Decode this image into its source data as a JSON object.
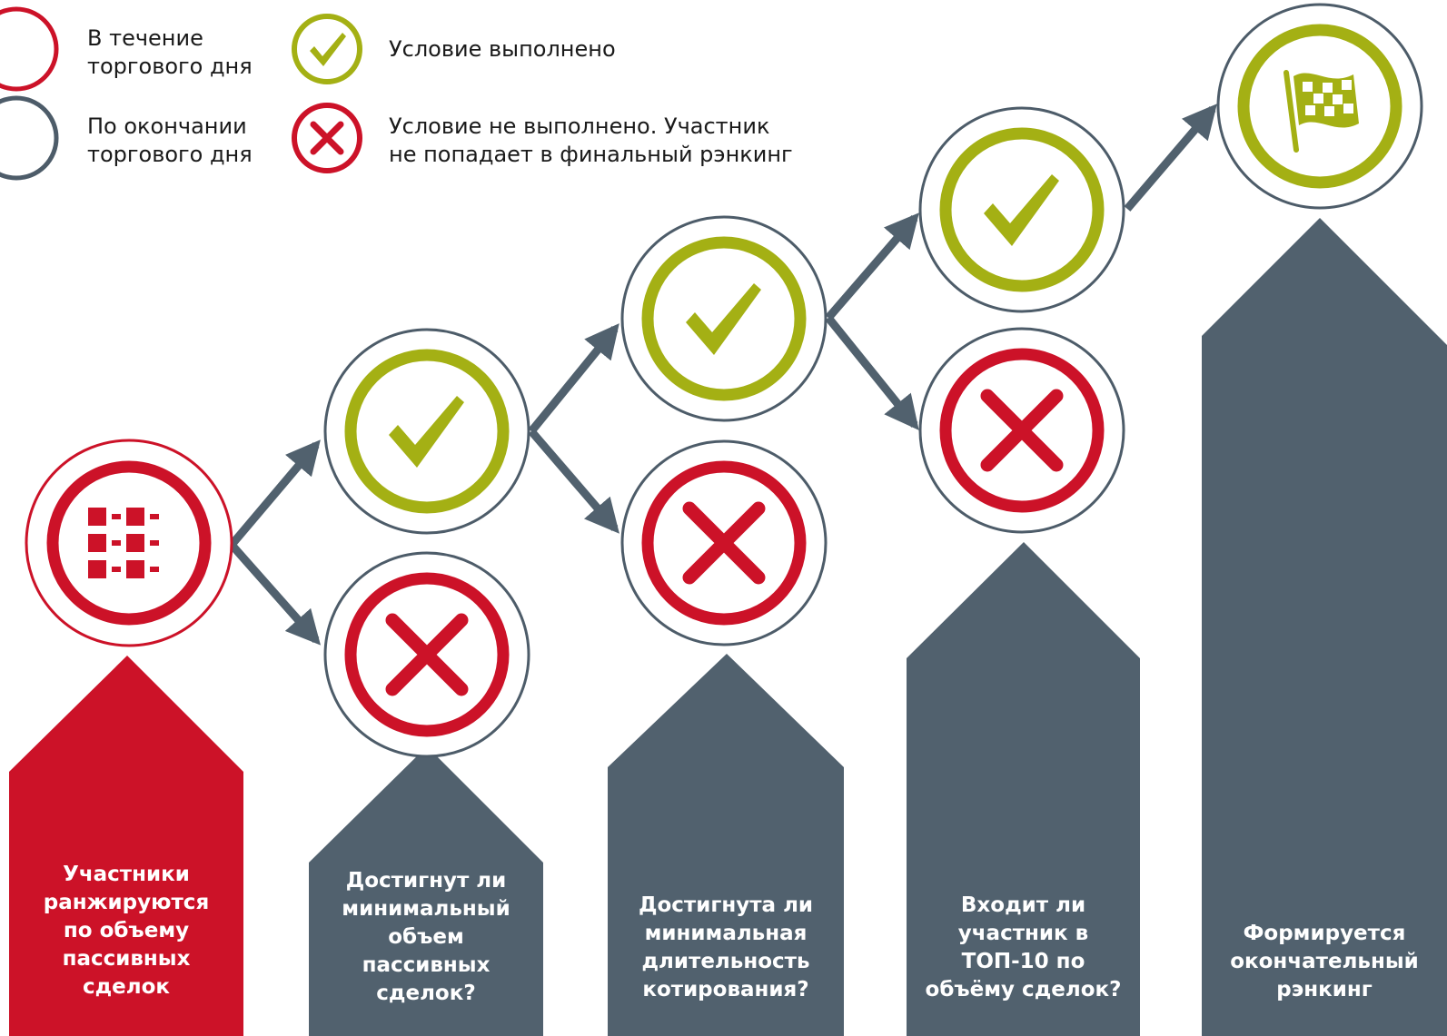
{
  "colors": {
    "red": "#cc1228",
    "slate": "#51616e",
    "green": "#a4b014",
    "ring": "#4d5c69",
    "white": "#ffffff"
  },
  "legend": [
    {
      "icon": "red-circle-icon",
      "lines": [
        "В течение",
        "торгового дня"
      ]
    },
    {
      "icon": "slate-circle-icon",
      "lines": [
        "По окончании",
        "торгового дня"
      ]
    },
    {
      "icon": "checkmark-icon",
      "lines": [
        "Условие выполнено"
      ]
    },
    {
      "icon": "cross-icon",
      "lines": [
        "Условие не выполнено. Участник",
        "не попадает в финальный рэнкинг"
      ]
    }
  ],
  "steps": [
    {
      "color": "red",
      "icon": "ranking-grid-icon",
      "lines": [
        "Участники",
        "ранжируются",
        "по объему",
        "пассивных",
        "сделок"
      ]
    },
    {
      "color": "slate",
      "outcomes": [
        "checkmark-icon",
        "cross-icon"
      ],
      "lines": [
        "Достигнут ли",
        "минимальный",
        "объем",
        "пассивных",
        "сделок?"
      ]
    },
    {
      "color": "slate",
      "outcomes": [
        "checkmark-icon",
        "cross-icon"
      ],
      "lines": [
        "Достигнута ли",
        "минимальная",
        "длительность",
        "котирования?"
      ]
    },
    {
      "color": "slate",
      "outcomes": [
        "checkmark-icon",
        "cross-icon"
      ],
      "lines": [
        "Входит ли",
        "участник в",
        "ТОП-10 по",
        "объёму сделок?"
      ]
    },
    {
      "color": "slate",
      "icon": "checkered-flag-icon",
      "lines": [
        "Формируется",
        "окончательный",
        "рэнкинг"
      ]
    }
  ]
}
